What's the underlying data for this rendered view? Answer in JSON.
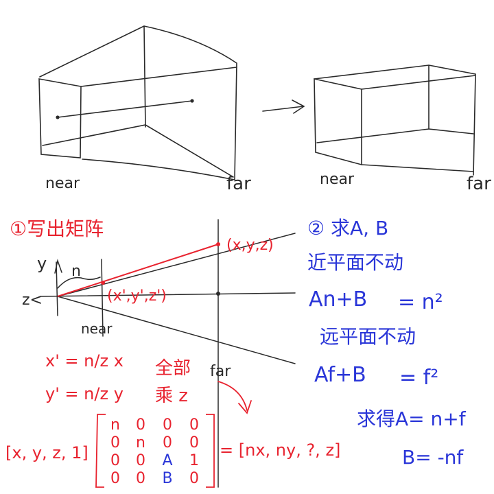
{
  "colors": {
    "black": "#2a2a2a",
    "red": "#e8232f",
    "blue": "#2a36d8"
  },
  "top_left_sketch": {
    "near_label": "near",
    "far_label": "far"
  },
  "top_right_sketch": {
    "arrow": "→",
    "near_label": "near",
    "far_label": "far"
  },
  "step1": {
    "title": "①写出矩阵",
    "axis_y": "y",
    "axis_z": "z<",
    "n_label": "n",
    "point_far": "(x,y,z)",
    "point_near": "(x',y',z')",
    "near_label": "near",
    "far_label": "far",
    "eq_x": "x' = n/z x",
    "eq_y": "y' = n/z y",
    "note_line1": "全部",
    "note_line2": "乘 z",
    "row_vector": "[x, y, z, 1]",
    "matrix": [
      [
        "n",
        "0",
        "0",
        "0"
      ],
      [
        "0",
        "n",
        "0",
        "0"
      ],
      [
        "0",
        "0",
        "A",
        "1"
      ],
      [
        "0",
        "0",
        "B",
        "0"
      ]
    ],
    "result": "= [nx, ny, ?, z]"
  },
  "step2": {
    "title": "② 求A, B",
    "near_heading": "近平面不动",
    "near_eq_lhs": "An+B",
    "near_eq_rhs": "= n²",
    "far_heading": "远平面不动",
    "far_eq_lhs": "Af+B",
    "far_eq_rhs": "= f²",
    "solve_a": "求得A= n+f",
    "solve_b": "B= -nf"
  }
}
